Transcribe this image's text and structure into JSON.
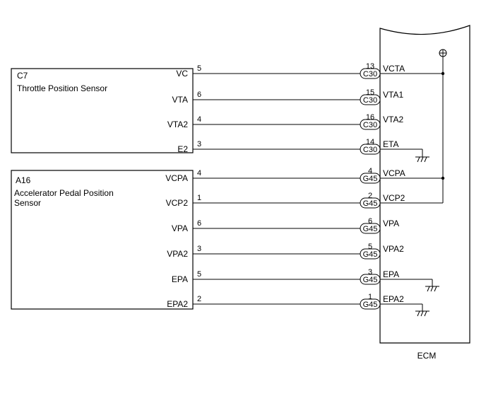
{
  "ecm": {
    "label": "ECM"
  },
  "sensors": [
    {
      "code": "C7",
      "name_lines": [
        "Throttle Position Sensor"
      ],
      "connector": "C30",
      "pins": [
        {
          "terminal": "VC",
          "pin": "5",
          "ecm_pin": "13",
          "ecm_terminal": "VCTA"
        },
        {
          "terminal": "VTA",
          "pin": "6",
          "ecm_pin": "15",
          "ecm_terminal": "VTA1"
        },
        {
          "terminal": "VTA2",
          "pin": "4",
          "ecm_pin": "16",
          "ecm_terminal": "VTA2"
        },
        {
          "terminal": "E2",
          "pin": "3",
          "ecm_pin": "14",
          "ecm_terminal": "ETA"
        }
      ]
    },
    {
      "code": "A16",
      "name_lines": [
        "Accelerator Pedal Position",
        "Sensor"
      ],
      "connector": "G45",
      "pins": [
        {
          "terminal": "VCPA",
          "pin": "4",
          "ecm_pin": "4",
          "ecm_terminal": "VCPA"
        },
        {
          "terminal": "VCP2",
          "pin": "1",
          "ecm_pin": "2",
          "ecm_terminal": "VCP2"
        },
        {
          "terminal": "VPA",
          "pin": "6",
          "ecm_pin": "6",
          "ecm_terminal": "VPA"
        },
        {
          "terminal": "VPA2",
          "pin": "3",
          "ecm_pin": "5",
          "ecm_terminal": "VPA2"
        },
        {
          "terminal": "EPA",
          "pin": "5",
          "ecm_pin": "3",
          "ecm_terminal": "EPA"
        },
        {
          "terminal": "EPA2",
          "pin": "2",
          "ecm_pin": "1",
          "ecm_terminal": "EPA2"
        }
      ]
    }
  ]
}
